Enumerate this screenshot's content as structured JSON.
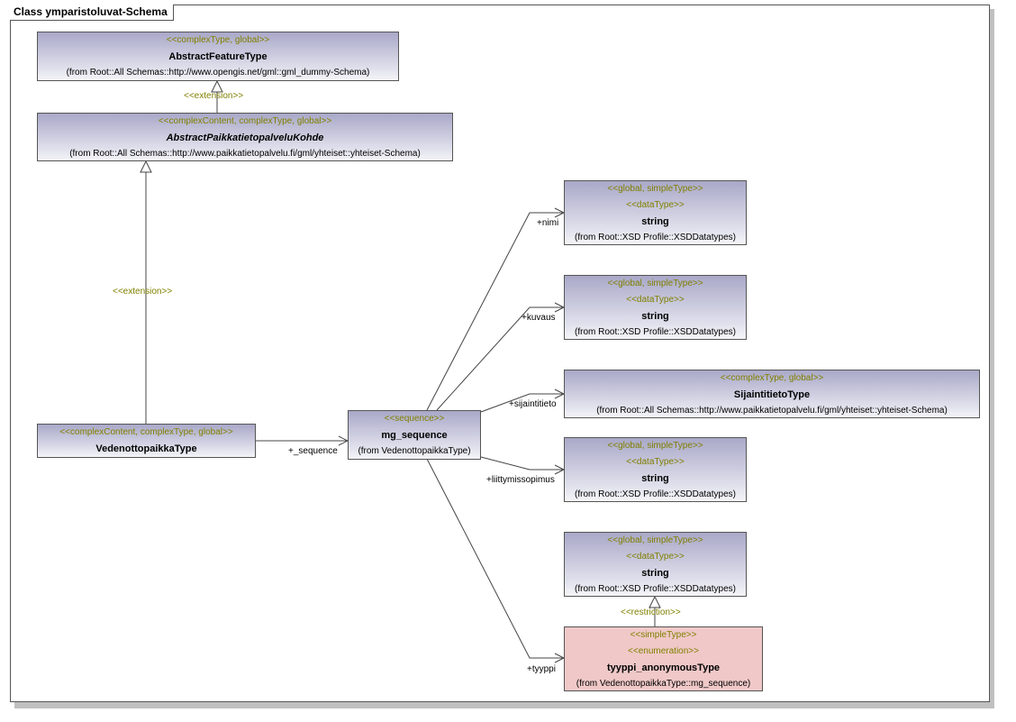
{
  "diagram": {
    "title": "Class ymparistoluvat-Schema"
  },
  "classes": {
    "abstract_feature": {
      "stereotypes": [
        "<<complexType, global>>"
      ],
      "name": "AbstractFeatureType",
      "from": "(from Root::All Schemas::http://www.opengis.net/gml::gml_dummy-Schema)"
    },
    "abstract_paikka": {
      "stereotypes": [
        "<<complexContent, complexType, global>>"
      ],
      "name": "AbstractPaikkatietopalveluKohde",
      "from": "(from Root::All Schemas::http://www.paikkatietopalvelu.fi/gml/yhteiset::yhteiset-Schema)"
    },
    "vedenotto": {
      "stereotypes": [
        "<<complexContent, complexType, global>>"
      ],
      "name": "VedenottopaikkaType"
    },
    "mg_sequence": {
      "stereotypes": [
        "<<sequence>>"
      ],
      "name": "mg_sequence",
      "from": "(from VedenottopaikkaType)"
    },
    "string1": {
      "stereotypes": [
        "<<global, simpleType>>",
        "<<dataType>>"
      ],
      "name": "string",
      "from": "(from Root::XSD Profile::XSDDatatypes)"
    },
    "string2": {
      "stereotypes": [
        "<<global, simpleType>>",
        "<<dataType>>"
      ],
      "name": "string",
      "from": "(from Root::XSD Profile::XSDDatatypes)"
    },
    "sijainti": {
      "stereotypes": [
        "<<complexType, global>>"
      ],
      "name": "SijaintitietoType",
      "from": "(from Root::All Schemas::http://www.paikkatietopalvelu.fi/gml/yhteiset::yhteiset-Schema)"
    },
    "string3": {
      "stereotypes": [
        "<<global, simpleType>>",
        "<<dataType>>"
      ],
      "name": "string",
      "from": "(from Root::XSD Profile::XSDDatatypes)"
    },
    "string4": {
      "stereotypes": [
        "<<global, simpleType>>",
        "<<dataType>>"
      ],
      "name": "string",
      "from": "(from Root::XSD Profile::XSDDatatypes)"
    },
    "tyyppi_enum": {
      "stereotypes": [
        "<<simpleType>>",
        "<<enumeration>>"
      ],
      "name": "tyyppi_anonymousType",
      "from": "(from VedenottopaikkaType::mg_sequence)"
    }
  },
  "relations": {
    "extension1": "<<extension>>",
    "extension2": "<<extension>>",
    "restriction": "<<restriction>>",
    "sequence_role": "+_sequence",
    "nimi_role": "+nimi",
    "kuvaus_role": "+kuvaus",
    "sijaintitieto_role": "+sijaintitieto",
    "liittymissopimus_role": "+liittymissopimus",
    "tyyppi_role": "+tyyppi"
  },
  "colors": {
    "stereotype": "#808000",
    "enum_fill": "#f0c8c8",
    "class_fill_top": "#a9a8c8",
    "class_fill_bottom": "#f4f4f8"
  }
}
